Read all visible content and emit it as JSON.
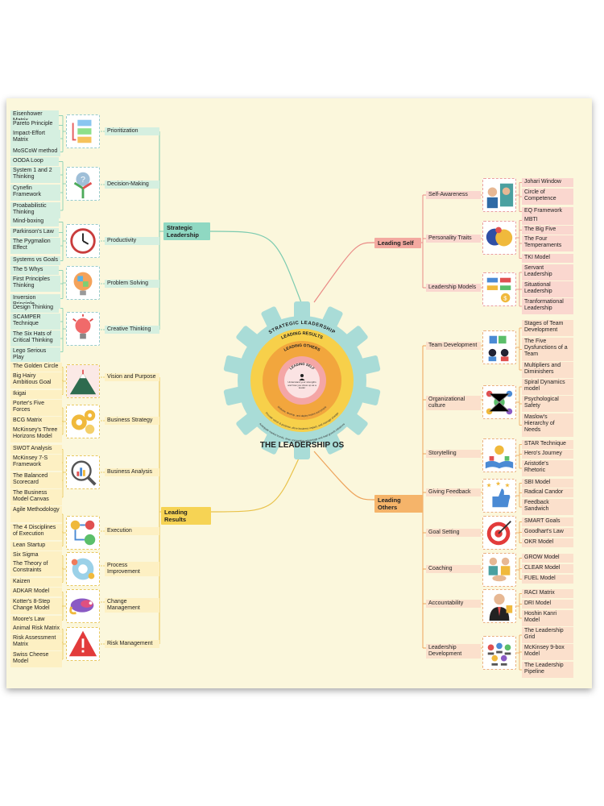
{
  "title": "THE LEADERSHIP OS",
  "center": {
    "ring1_label": "STRATEGIC LEADERSHIP",
    "ring2_label": "LEADING RESULTS",
    "ring3_label": "LEADING OTHERS",
    "ring4_label": "LEADING SELF",
    "ring1_text": "Anticipate market trends, drive competitive advantage and lead growth initiatives",
    "ring2_text": "Provide vision & purpose, drive business impact, and manage change",
    "ring3_text": "Motivate, develop, and deploy teams and people",
    "ring4_text": "Understand your strengths and how you show up as a leader"
  },
  "branches": {
    "strategic": {
      "label": "Strategic Leadership",
      "groups": [
        {
          "label": "Prioritization",
          "icon": "prioritization-icon",
          "items": [
            "Eisenhower Matrix",
            "Pareto Principle",
            "Impact-Effort Matrix",
            "MoSCoW method"
          ]
        },
        {
          "label": "Decision-Making",
          "icon": "decision-icon",
          "items": [
            "OODA Loop",
            "System 1 and 2 Thinking",
            "Cynefin Framework",
            "Proababilistic Thinking"
          ]
        },
        {
          "label": "Productivity",
          "icon": "clock-icon",
          "items": [
            "Mind-boxing",
            "Parkinson's Law",
            "The Pygmalion Effect",
            "Systems vs Goals"
          ]
        },
        {
          "label": "Problem Solving",
          "icon": "puzzle-head-icon",
          "items": [
            "The 5 Whys",
            "First Principles Thinking",
            "Inversion Principle"
          ]
        },
        {
          "label": "Creative Thinking",
          "icon": "lightbulb-icon",
          "items": [
            "Design Thinking",
            "SCAMPER Technique",
            "The Six Hats of Critical Thinking",
            "Lego Serious Play"
          ]
        }
      ]
    },
    "results": {
      "label": "Leading Results",
      "groups": [
        {
          "label": "Vision and Purpose",
          "icon": "mountain-icon",
          "items": [
            "The Golden Circle",
            "Big Hairy Ambitious Goal",
            "Ikigai"
          ]
        },
        {
          "label": "Business Strategy",
          "icon": "gears-icon",
          "items": [
            "Porter's Five Forces",
            "BCG Matrix",
            "McKinsey's Three Horizons Model"
          ]
        },
        {
          "label": "Business Analysis",
          "icon": "magnifier-chart-icon",
          "items": [
            "SWOT Analysis",
            "McKinsey 7-S Framework",
            "The Balanced Scorecard",
            "The Business Model Canvas"
          ]
        },
        {
          "label": "Execution",
          "icon": "execution-flow-icon",
          "items": [
            "Agile Methodology",
            "The 4 Disciplines of Execution",
            "Lean Startup"
          ]
        },
        {
          "label": "Process Improvement",
          "icon": "process-gear-icon",
          "items": [
            "Six Sigma",
            "The Theory of Constraints",
            "Kaizen"
          ]
        },
        {
          "label": "Change Management",
          "icon": "chameleon-icon",
          "items": [
            "ADKAR Model",
            "Kotter's 8-Step Change Model",
            "Moore's Law"
          ]
        },
        {
          "label": "Risk Management",
          "icon": "warning-icon",
          "items": [
            "Animal Risk Matrix",
            "Risk Assessment Matrix",
            "Swiss Cheese Model"
          ]
        }
      ]
    },
    "self": {
      "label": "Leading Self",
      "groups": [
        {
          "label": "Self-Awareness",
          "icon": "mirror-person-icon",
          "items": [
            "Johari Window",
            "Circle of Competence",
            "EQ Framework"
          ]
        },
        {
          "label": "Personality Traits",
          "icon": "heads-icon",
          "items": [
            "MBTI",
            "The Big Five",
            "The Four Temperaments",
            "TKI Model"
          ]
        },
        {
          "label": "Leadership Models",
          "icon": "models-board-icon",
          "items": [
            "Servant Leadership",
            "Situational Leadership",
            "Tranformational Leadership"
          ]
        }
      ]
    },
    "others": {
      "label": "Leading Others",
      "groups": [
        {
          "label": "Team Development",
          "icon": "team-puzzle-icon",
          "items": [
            "Stages of Team Development",
            "The Five Dysfunctions of a Team",
            "Multipliers and Diminishers"
          ]
        },
        {
          "label": "Organizational culture",
          "icon": "culture-network-icon",
          "items": [
            "Spiral Dynamics model",
            "Psychological Safety",
            "Maslow's Hierarchy of Needs"
          ]
        },
        {
          "label": "Storytelling",
          "icon": "book-icon",
          "items": [
            "STAR Technique",
            "Hero's Journey",
            "Aristotle's Rhetoric"
          ]
        },
        {
          "label": "Giving Feedback",
          "icon": "thumbs-up-stars-icon",
          "items": [
            "SBI Model",
            "Radical Candor",
            "Feedback Sandwich"
          ]
        },
        {
          "label": "Goal Setting",
          "icon": "target-icon",
          "items": [
            "SMART Goals",
            "Goodhart's Law",
            "OKR Model"
          ]
        },
        {
          "label": "Coaching",
          "icon": "handshake-icon",
          "items": [
            "GROW Model",
            "CLEAR Model",
            "FUEL Model"
          ]
        },
        {
          "label": "Accountability",
          "icon": "businessman-icon",
          "items": [
            "RACI Matrix",
            "DRI Model",
            "Hoshin Kanri Model"
          ]
        },
        {
          "label": "Leadership Development",
          "icon": "people-group-icon",
          "items": [
            "The Leadership Grid",
            "McKinsey 9-box Model",
            "The Leadership Pipeline"
          ]
        }
      ]
    }
  },
  "colors": {
    "strategic": "#8fd8c2",
    "results": "#f6d354",
    "self": "#f3a9a0",
    "others": "#f5b46a",
    "gear": "#a9dcd7",
    "ring_yellow": "#f7d04a",
    "ring_orange": "#f2a63d",
    "core_pink": "#f4a6a6"
  }
}
